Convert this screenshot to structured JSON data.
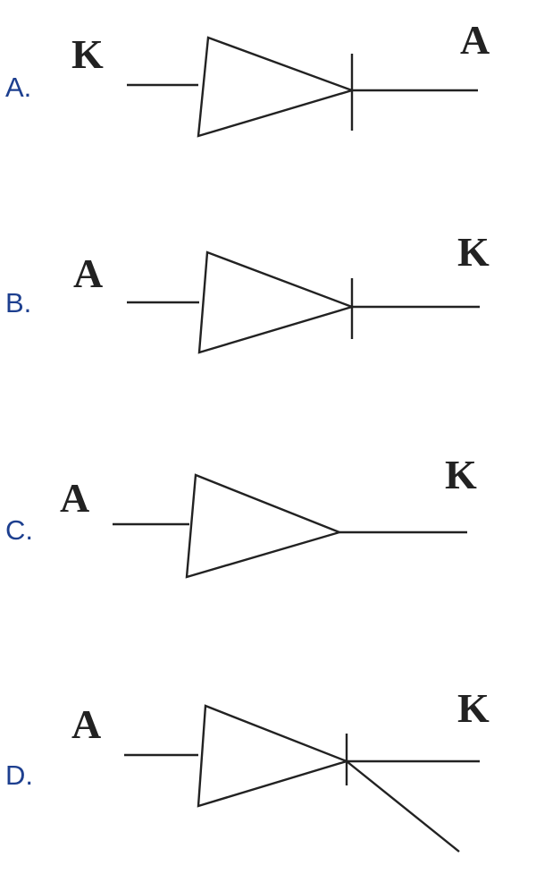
{
  "options": [
    {
      "letter": "A.",
      "left_terminal": "K",
      "right_terminal": "A"
    },
    {
      "letter": "B.",
      "left_terminal": "A",
      "right_terminal": "K"
    },
    {
      "letter": "C.",
      "left_terminal": "A",
      "right_terminal": "K"
    },
    {
      "letter": "D.",
      "left_terminal": "A",
      "right_terminal": "K"
    }
  ],
  "colors": {
    "option_letter": "#1d3f8f",
    "stroke": "#222222"
  }
}
